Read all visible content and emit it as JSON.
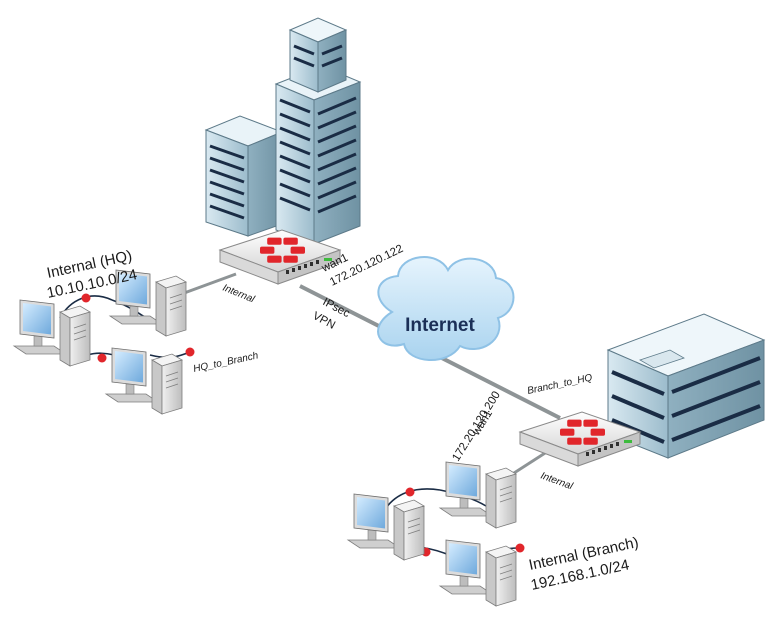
{
  "cloud": {
    "label": "Internet"
  },
  "hq": {
    "network_name": "Internal (HQ)",
    "network_subnet": "10.10.10.0/24",
    "port_internal": "Internal",
    "port_wan": "wan1",
    "wan_ip": "172.20.120.122",
    "vpn_label_1": "IPsec",
    "vpn_label_2": "VPN",
    "tunnel": "HQ_to_Branch"
  },
  "branch": {
    "network_name": "Internal (Branch)",
    "network_subnet": "192.168.1.0/24",
    "port_internal": "Internal",
    "port_wan": "wan1",
    "wan_ip": "172.20.120.200",
    "tunnel": "Branch_to_HQ"
  },
  "colors": {
    "link": "#8e9496",
    "cloud": "#bfe0f5",
    "building": "#a9c6d3",
    "window": "#1a2c45",
    "logo": "#e1262b",
    "dot": "#e1262b"
  }
}
